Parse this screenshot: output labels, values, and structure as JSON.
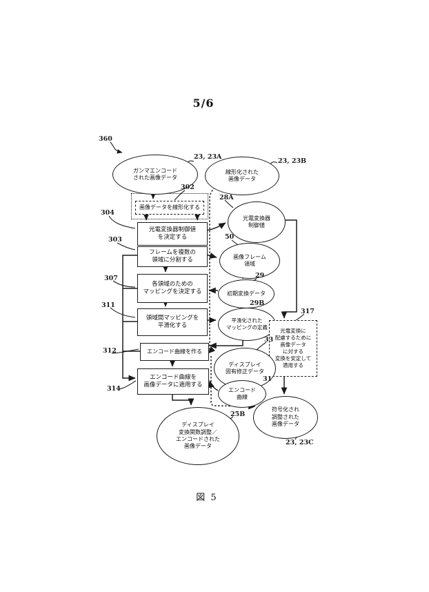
{
  "page": {
    "number": "5/6",
    "caption": "図 5"
  },
  "refs": {
    "r360": "360",
    "r23a": "23, 23A",
    "r23b": "23, 23B",
    "r302": "302",
    "r304": "304",
    "r28a": "28A",
    "r303": "303",
    "r50": "50",
    "r307": "307",
    "r29": "29",
    "r311": "311",
    "r29b": "29B",
    "r317": "317",
    "r312": "312",
    "r33": "33",
    "r314": "314",
    "r31": "31",
    "r25b": "25B",
    "r23c": "23, 23C"
  },
  "nodes": {
    "e23a": {
      "lines": [
        "ガンマエンコード",
        "された画像データ"
      ]
    },
    "e23b": {
      "lines": [
        "線形化された",
        "画像データ"
      ]
    },
    "b302": {
      "lines": [
        "画像データを線形化する"
      ]
    },
    "b304": {
      "lines": [
        "光電変換器制御値",
        "を決定する"
      ]
    },
    "e28a": {
      "lines": [
        "光電変換器",
        "制御値"
      ]
    },
    "b303": {
      "lines": [
        "フレームを複数の",
        "領域に分割する"
      ]
    },
    "e50": {
      "lines": [
        "画像フレーム",
        "領域"
      ]
    },
    "b307": {
      "lines": [
        "各領域のための",
        "マッピングを決定する"
      ]
    },
    "e29": {
      "lines": [
        "初期変換データ"
      ]
    },
    "b311": {
      "lines": [
        "領域間マッピングを",
        "平滑化する"
      ]
    },
    "e29b": {
      "lines": [
        "平滑化された",
        "マッピングの定義"
      ]
    },
    "b317": {
      "lines": [
        "光電変換に",
        "配慮するために",
        "画像データ",
        "に対する",
        "変換を安定して",
        "適用する"
      ]
    },
    "b312": {
      "lines": [
        "エンコード曲線を作る"
      ]
    },
    "e33": {
      "lines": [
        "ディスプレイ",
        "固有修正データ"
      ]
    },
    "b314": {
      "lines": [
        "エンコード曲線を",
        "画像データに適用する"
      ]
    },
    "e31": {
      "lines": [
        "エンコード",
        "曲線"
      ]
    },
    "e25b": {
      "lines": [
        "ディスプレイ",
        "変換関数調整／",
        "エンコードされた",
        "画像データ"
      ]
    },
    "e23c": {
      "lines": [
        "符号化され",
        "調整された",
        "画像データ"
      ]
    }
  }
}
